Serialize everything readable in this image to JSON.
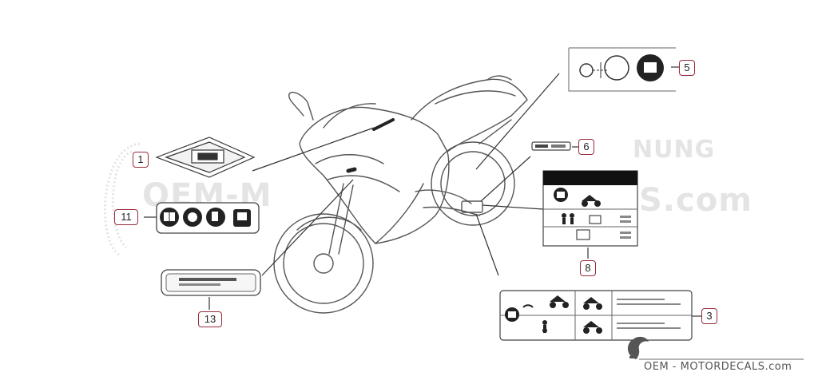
{
  "watermark": {
    "left_text": "OEM-M",
    "right_text": "S.com",
    "top_right_text": "NUNG"
  },
  "brand": {
    "text": "OEM - MOTORDECALS.com"
  },
  "callouts": [
    {
      "id": "1",
      "label": "1"
    },
    {
      "id": "3",
      "label": "3"
    },
    {
      "id": "5",
      "label": "5"
    },
    {
      "id": "6",
      "label": "6"
    },
    {
      "id": "8",
      "label": "8"
    },
    {
      "id": "11",
      "label": "11"
    },
    {
      "id": "13",
      "label": "13"
    }
  ],
  "colors": {
    "callout_border": "#9a2b3a",
    "line_art": "#444444",
    "watermark": "#e2e2e2"
  }
}
